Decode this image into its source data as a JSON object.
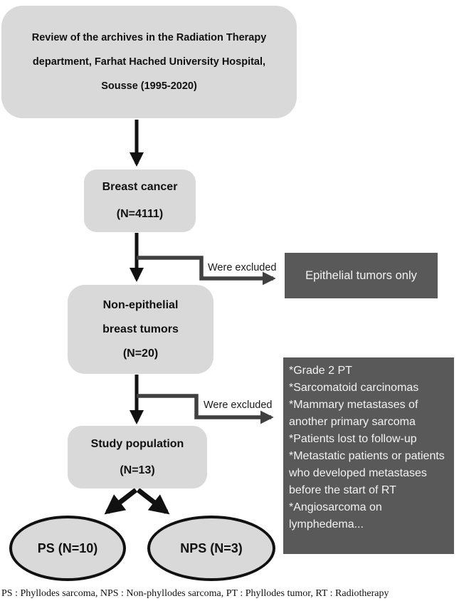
{
  "colors": {
    "light_box_fill": "#d9d9d9",
    "dark_box_fill": "#595959",
    "dark_box_text": "#f2f2f2",
    "main_arrow": "#111111",
    "elbow_arrow": "#404040",
    "text": "#111111"
  },
  "flow": {
    "source_box": {
      "lines": [
        "Review of the archives in the Radiation Therapy",
        "department, Farhat Hached University Hospital,",
        "Sousse (1995-2020)"
      ]
    },
    "breast_cancer_box": {
      "lines": [
        "Breast cancer",
        "(N=4111)"
      ]
    },
    "exclusion1": {
      "arrow_label": "Were excluded",
      "box_text": "Epithelial tumors only"
    },
    "non_epithelial_box": {
      "lines": [
        "Non-epithelial",
        "breast tumors",
        "(N=20)"
      ]
    },
    "exclusion2": {
      "arrow_label": "Were excluded",
      "items": [
        "*Grade 2 PT",
        "*Sarcomatoid carcinomas",
        "*Mammary metastases of another primary sarcoma",
        "*Patients lost to follow-up",
        "*Metastatic patients or patients who developed metastases before the start of RT",
        "*Angiosarcoma on lymphedema..."
      ]
    },
    "study_population_box": {
      "lines": [
        "Study population",
        "(N=13)"
      ]
    },
    "ps_ellipse": {
      "label": "PS (N=10)"
    },
    "nps_ellipse": {
      "label": "NPS (N=3)"
    },
    "footnote": "PS : Phyllodes sarcoma, NPS : Non-phyllodes sarcoma, PT : Phyllodes tumor, RT : Radiotherapy"
  }
}
